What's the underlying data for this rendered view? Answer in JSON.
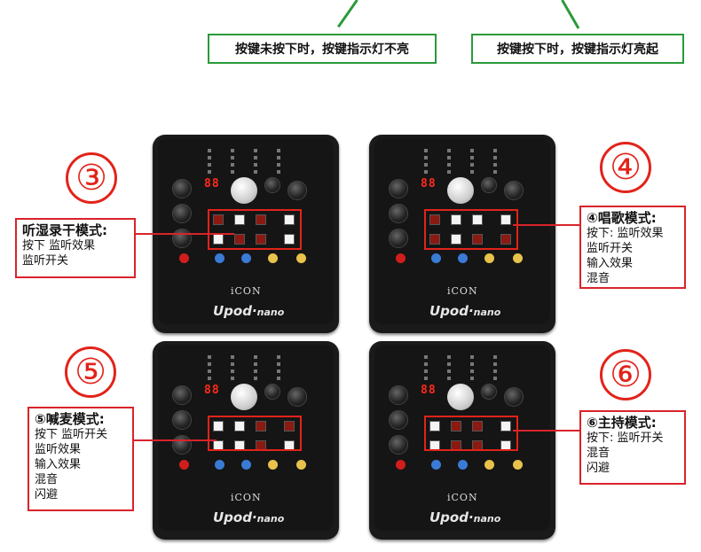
{
  "top": {
    "left_caption": "按键未按下时，按键指示灯不亮",
    "right_caption": "按键按下时，按键指示灯亮起"
  },
  "panels": [
    {
      "number": "③",
      "title": "听湿录干模式:",
      "lines": [
        "按下    监听效果",
        "              监听开关"
      ]
    },
    {
      "number": "④",
      "title": "④唱歌模式:",
      "lines": [
        "按下:  监听效果",
        "           监听开关",
        "           输入效果",
        "           混音"
      ]
    },
    {
      "number": "⑤",
      "title": "⑤喊麦模式:",
      "lines": [
        "按下    监听开关",
        "           监听效果",
        "           输入效果",
        "           混音",
        "           闪避"
      ]
    },
    {
      "number": "⑥",
      "title": "⑥主持模式:",
      "lines": [
        "按下:  监听开关",
        "           混音",
        "           闪避"
      ]
    }
  ],
  "device": {
    "display": "88",
    "brand": "iCON",
    "model": "Upod",
    "model_suffix": "nano"
  },
  "colors": {
    "green": "#2a9a3a",
    "red": "#e2231a"
  }
}
